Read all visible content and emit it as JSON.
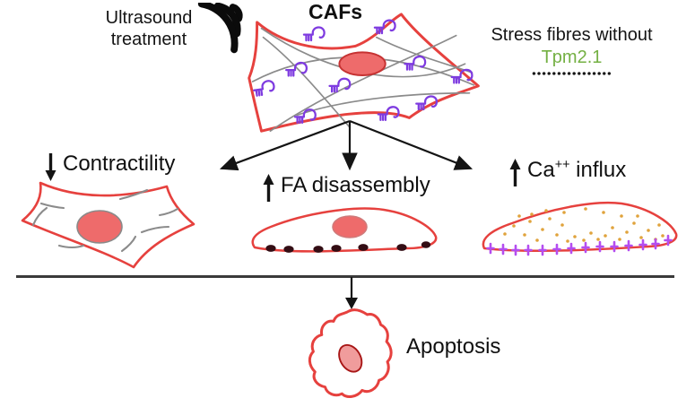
{
  "labels": {
    "ultrasound_line1": "Ultrasound",
    "ultrasound_line2": "treatment",
    "cafs": "CAFs",
    "stress_line": "Stress fibres without",
    "tpm": "Tpm2.1",
    "contractility": "Contractility",
    "fa_disassembly": "FA disassembly",
    "ca_base": "Ca",
    "ca_superscript": "++",
    "ca_suffix": " influx",
    "apoptosis": "Apoptosis"
  },
  "icons": {
    "ultrasound": "sound-wave-arcs-icon",
    "receptor": "mechanoreceptor-icon",
    "ion_channel": "calcium-channel-icon",
    "fork": "three-way-arrow-fork"
  },
  "colors": {
    "cell_outline": "#e6413e",
    "nucleus_fill": "#ee6b6b",
    "fiber_gray": "#8b8b8b",
    "receptor_purple": "#7e3be0",
    "fa_dot": "#330d14",
    "calcium_dot": "#e0a33c",
    "channel_violet": "#b44df0",
    "tpm_green": "#74b043",
    "arrow_black": "#141414",
    "divider_gray": "#3a3a3a"
  }
}
